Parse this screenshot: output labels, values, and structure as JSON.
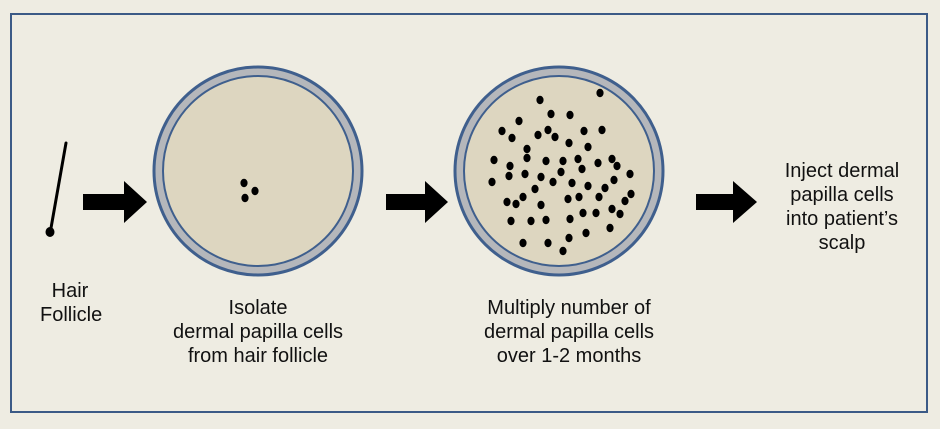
{
  "colors": {
    "background": "#eeece2",
    "frame_border": "#3b5a86",
    "dish_rim": "#b5b7bb",
    "dish_outline": "#3f5f8d",
    "dish_fill": "#ddd6c0",
    "cells": "#000000",
    "arrows": "#000000"
  },
  "steps": [
    {
      "id": "hair-follicle",
      "icon": "hair-follicle-icon",
      "label_lines": [
        "Hair",
        "Follicle"
      ]
    },
    {
      "id": "isolate",
      "icon": "petri-dish-few-cells-icon",
      "label_lines": [
        "Isolate",
        "dermal papilla cells",
        "from hair follicle"
      ]
    },
    {
      "id": "multiply",
      "icon": "petri-dish-many-cells-icon",
      "label_lines": [
        "Multiply number of",
        "dermal papilla cells",
        "over 1-2 months"
      ]
    },
    {
      "id": "inject",
      "icon": null,
      "label_lines": [
        "Inject dermal",
        "papilla cells",
        "into patient’s",
        "scalp"
      ]
    }
  ],
  "arrows": [
    "right-arrow-icon",
    "right-arrow-icon",
    "right-arrow-icon"
  ]
}
